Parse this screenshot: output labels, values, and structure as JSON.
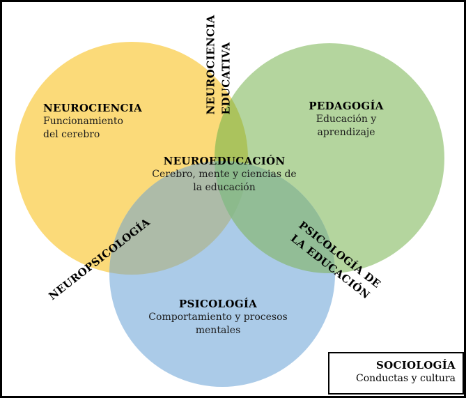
{
  "venn": {
    "colors": {
      "neurociencia": "#FBDA79",
      "pedagogia": "#B4D59E",
      "psicologia": "#ABCBE8",
      "overlap_neurociencia_pedagogia": "#ABC35D",
      "overlap_neurociencia_psicologia": "#ADBBA8",
      "overlap_pedagogia_psicologia": "#92BD96",
      "overlap_center": "#8CBA8C"
    },
    "neurociencia": {
      "title": "NEUROCIENCIA",
      "desc_line1": "Funcionamiento",
      "desc_line2": "del cerebro"
    },
    "pedagogia": {
      "title": "PEDAGOGÍA",
      "desc_line1": "Educación y",
      "desc_line2": "aprendizaje"
    },
    "psicologia": {
      "title": "PSICOLOGÍA",
      "desc_line1": "Comportamiento y procesos",
      "desc_line2": "mentales"
    },
    "neuroeducacion": {
      "title": "NEUROEDUCACIÓN",
      "desc_line1": "Cerebro, mente y ciencias de",
      "desc_line2": "la educación"
    },
    "neurociencia_educativa": {
      "line1": "NEUROCIENCIA",
      "line2": "EDUCATIVA"
    },
    "neuropsicologia": {
      "label": "NEUROPSICOLOGÍA"
    },
    "psicologia_educacion": {
      "line1": "PSICOLOGÍA DE",
      "line2": "LA EDUCACIÓN"
    },
    "sociologia": {
      "title": "SOCIOLOGÍA",
      "desc": "Conductas y cultura"
    }
  }
}
